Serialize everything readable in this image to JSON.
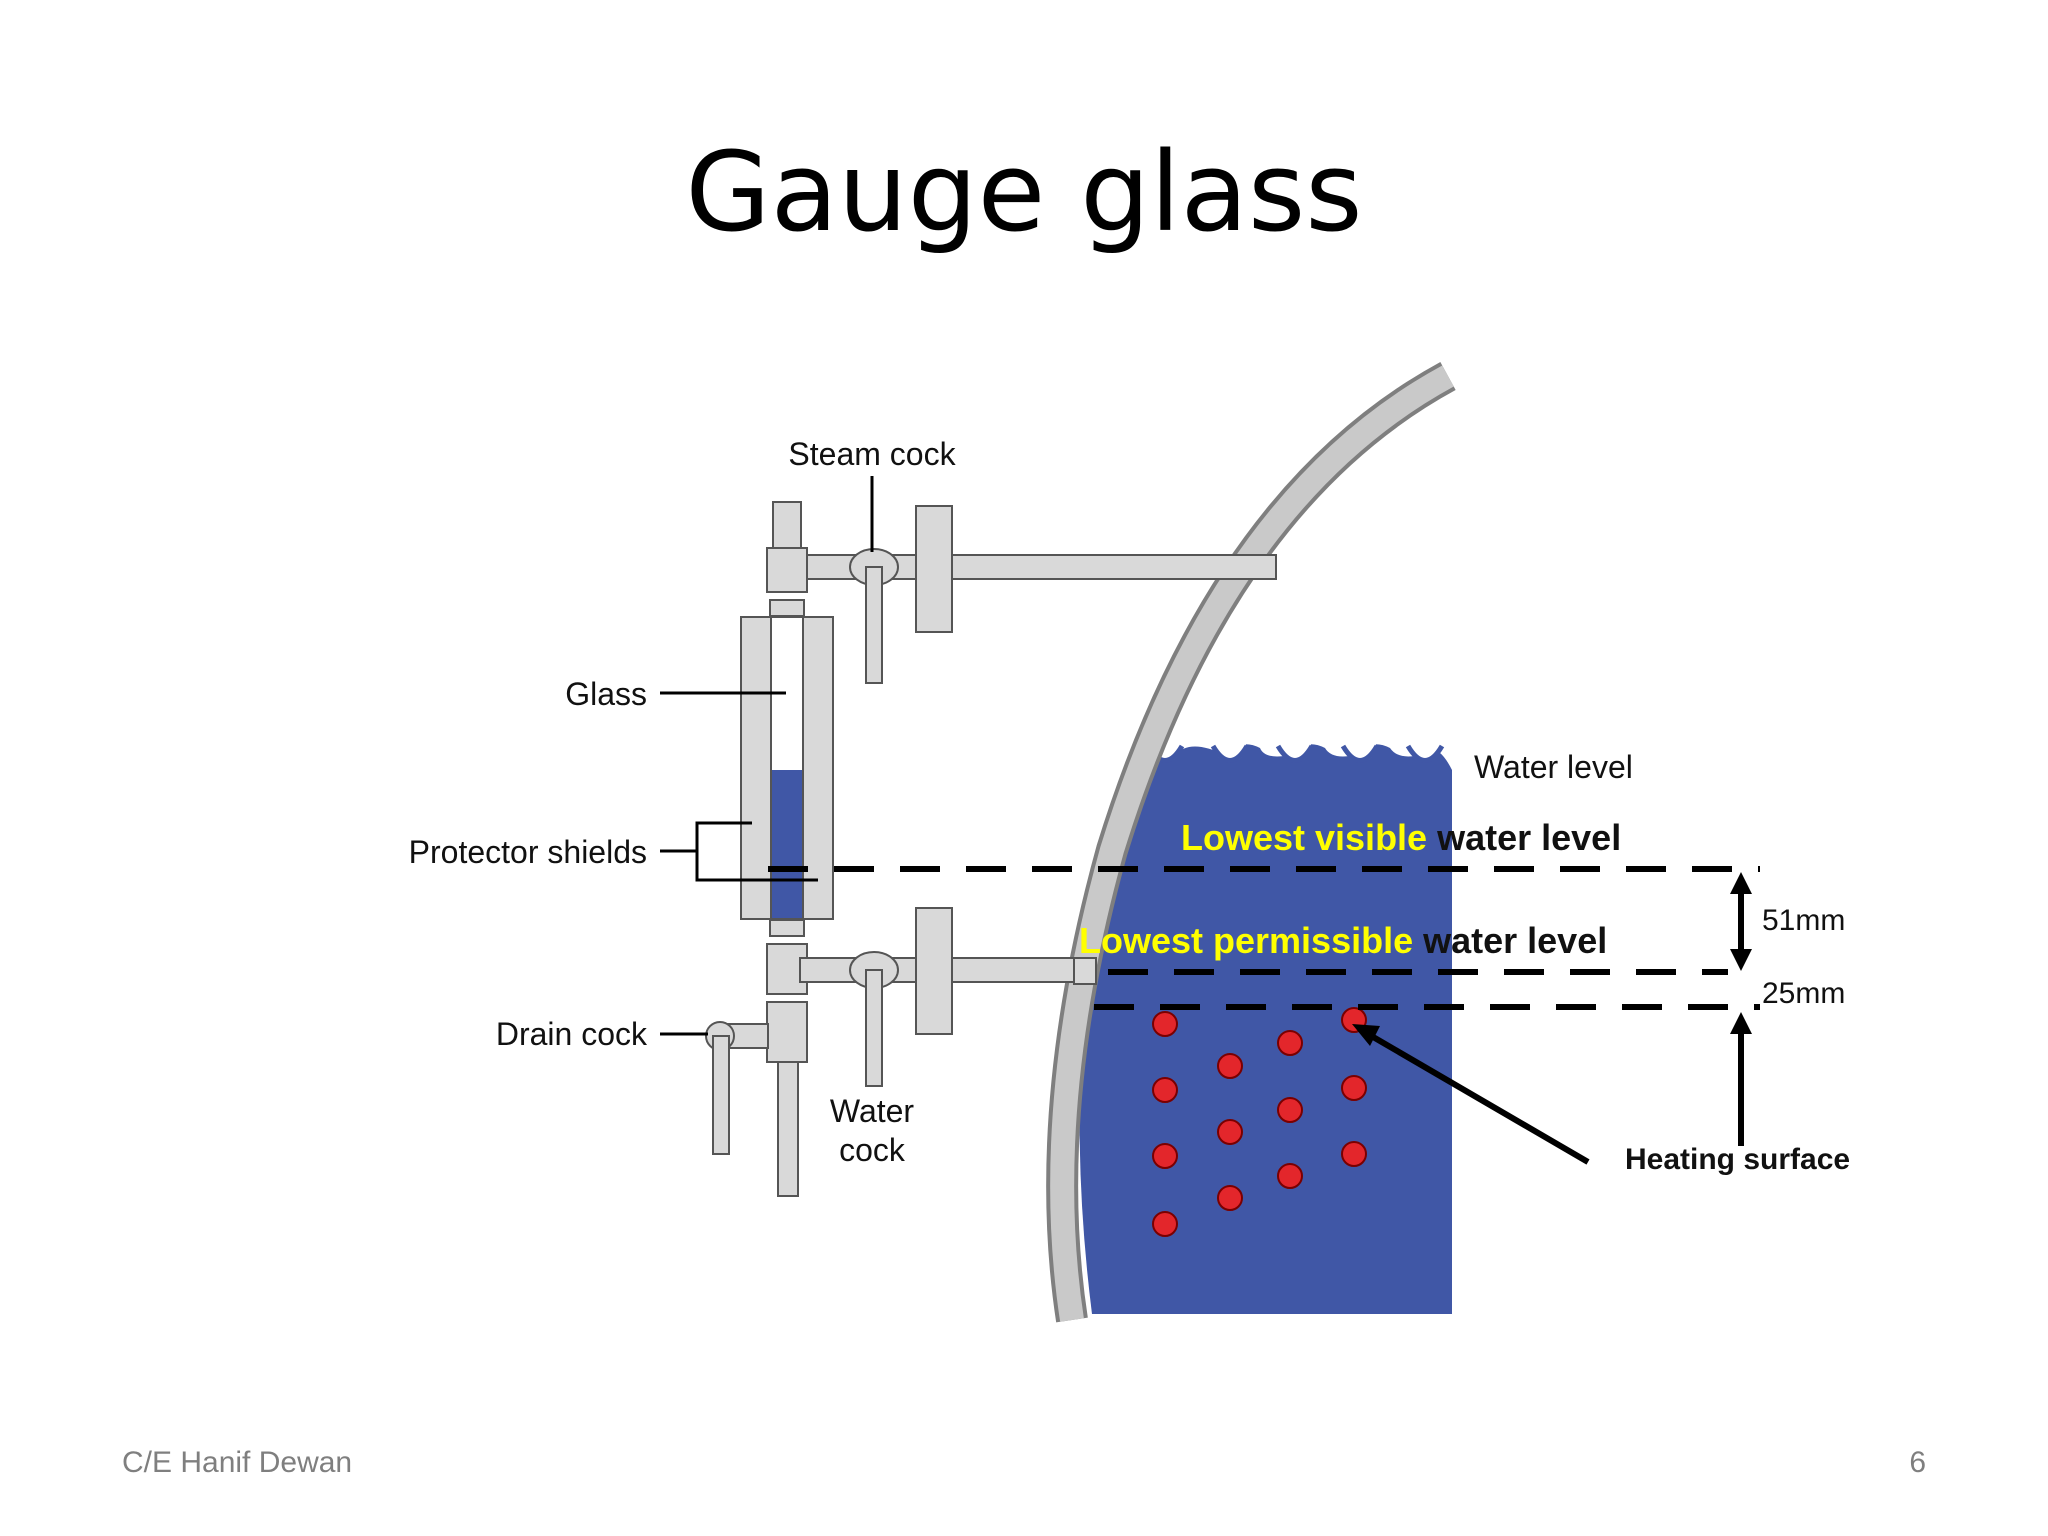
{
  "title": "Gauge glass",
  "footer": {
    "author": "C/E Hanif Dewan",
    "page_number": "6"
  },
  "diagram": {
    "labels": {
      "steam_cock": "Steam cock",
      "glass": "Glass",
      "protector_shields": "Protector shields",
      "drain_cock": "Drain cock",
      "water_cock_line1": "Water",
      "water_cock_line2": "cock",
      "water_level": "Water level",
      "lowest_visible_yellow": "Lowest visible ",
      "lowest_visible_black": "water level",
      "lowest_permissible_yellow": "Lowest permissible ",
      "lowest_permissible_black": "water level",
      "dim_upper": "51mm",
      "dim_lower": "25mm",
      "heating_surface": "Heating surface"
    },
    "colors": {
      "water": "#4057a6",
      "tube_dot": "#e3262b",
      "highlight_text": "#ffff00",
      "metal": "#d9d9d9"
    }
  }
}
